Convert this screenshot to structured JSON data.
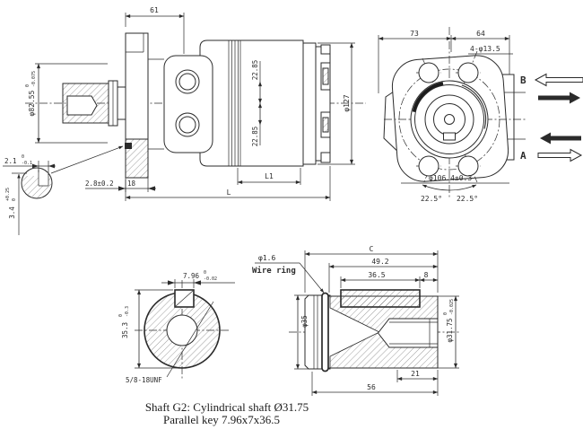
{
  "caption": {
    "line1": "Shaft G2: Cylindrical shaft Ø31.75",
    "line2": "Parallel key 7.96x7x36.5"
  },
  "main_view": {
    "dim_mount_face_to_body": "61",
    "dim_port_offset_top": "22.85",
    "dim_port_offset_bottom": "22.85",
    "dim_body_dia": "φ127",
    "dim_pilot_dia": {
      "value": "φ82.55",
      "tol_upper": "0",
      "tol_lower": "-0.075"
    },
    "dim_groove_position": "2.8±0.2",
    "dim_flange_thickness": "18",
    "dim_body_length": "L1",
    "dim_overall_length": "L",
    "groove_detail": {
      "dim_width": {
        "value": "2.1",
        "tol_upper": "0",
        "tol_lower": "-0.1"
      },
      "dim_depth": {
        "value": "3.4",
        "tol_upper": "+0.25",
        "tol_lower": "0"
      }
    }
  },
  "front_view": {
    "dim_width_left": "73",
    "dim_width_right": "64",
    "holes_label": "4-φ13.5",
    "bolt_circle_label": "φ106.4±0.3",
    "angle_left": "22.5°",
    "angle_right": "22.5°",
    "port_b": "B",
    "port_a": "A"
  },
  "key_section_view": {
    "dim_key_width": {
      "value": "7.96",
      "tol_upper": "0",
      "tol_lower": "-0.02"
    },
    "dim_key_height": {
      "value": "35.3",
      "tol_upper": "0",
      "tol_lower": "-0.3"
    },
    "thread_label": "5/8-18UNF"
  },
  "shaft_view": {
    "wire_ring_dia": "φ1.6",
    "wire_ring_label": "Wire ring",
    "dim_total": "C",
    "dim_49": "49.2",
    "dim_key": "36.5",
    "dim_8": "8",
    "dim_thread_depth": "21",
    "dim_56": "56",
    "dim_dia_ring_end": "φ35",
    "dim_shaft_dia": {
      "value": "φ31.75",
      "tol_upper": "0",
      "tol_lower": "-0.025"
    }
  },
  "colors": {
    "line": "#2b2b2b",
    "background": "#ffffff"
  }
}
